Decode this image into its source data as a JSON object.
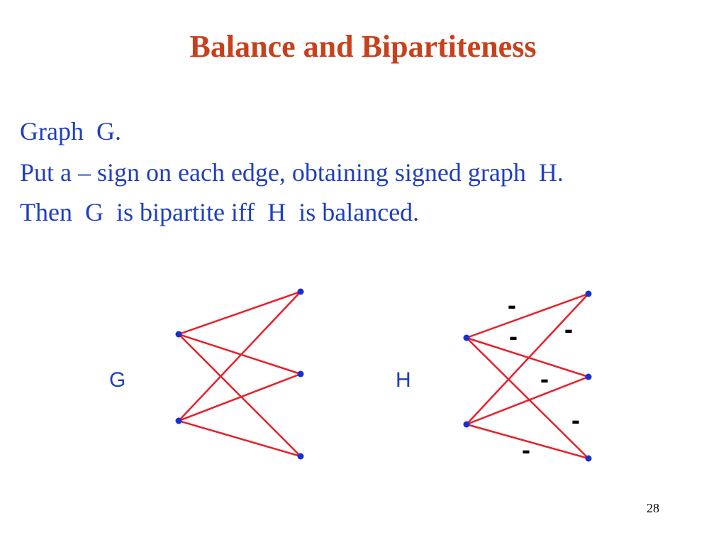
{
  "slide": {
    "title": "Balance and Bipartiteness",
    "lines": [
      "Graph  G.",
      "Put a – sign on each edge, obtaining signed graph  H.",
      "Then  G  is bipartite iff  H  is balanced."
    ],
    "page_number": "28"
  },
  "graph_g": {
    "label": "G",
    "left_vertices": 2,
    "right_vertices": 3,
    "edges": [
      [
        0,
        0
      ],
      [
        0,
        1
      ],
      [
        0,
        2
      ],
      [
        1,
        0
      ],
      [
        1,
        1
      ],
      [
        1,
        2
      ]
    ]
  },
  "graph_h": {
    "label": "H",
    "left_vertices": 2,
    "right_vertices": 3,
    "edges": [
      [
        0,
        0
      ],
      [
        0,
        1
      ],
      [
        0,
        2
      ],
      [
        1,
        0
      ],
      [
        1,
        1
      ],
      [
        1,
        2
      ]
    ],
    "edge_sign": "-"
  },
  "colors": {
    "title": "#c8401c",
    "text": "#1f3fbf",
    "edge": "#e8202a",
    "vertex": "#1a2fd0"
  }
}
